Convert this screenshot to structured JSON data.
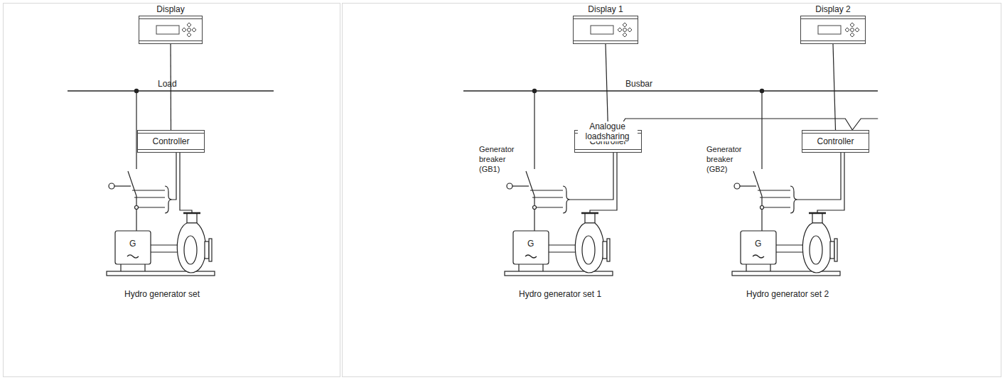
{
  "diagram": {
    "nodes": [
      {
        "text": [
          "Display"
        ]
      },
      {
        "text": [
          "Controller"
        ]
      },
      {
        "text": [
          "Display 1"
        ]
      },
      {
        "text": [
          "Controller"
        ]
      },
      {
        "text": [
          "Display 2"
        ]
      },
      {
        "text": [
          "Controller"
        ]
      }
    ],
    "edges": [
      {
        "from": 0,
        "to": 1,
        "arrow": "none"
      },
      {
        "from": 2,
        "to": 3,
        "arrow": "none"
      },
      {
        "from": 4,
        "to": 5,
        "arrow": "none"
      },
      {
        "from": 3,
        "to": 5,
        "label": "Analogue loadsharing",
        "arrow": "none"
      }
    ],
    "labels": [
      "Load",
      "G",
      "Hydro generator set",
      "Busbar",
      "Generator breaker (GB1)",
      "G",
      "Hydro generator set 1",
      "Generator breaker (GB2)",
      "G",
      "Hydro generator set 2"
    ]
  }
}
